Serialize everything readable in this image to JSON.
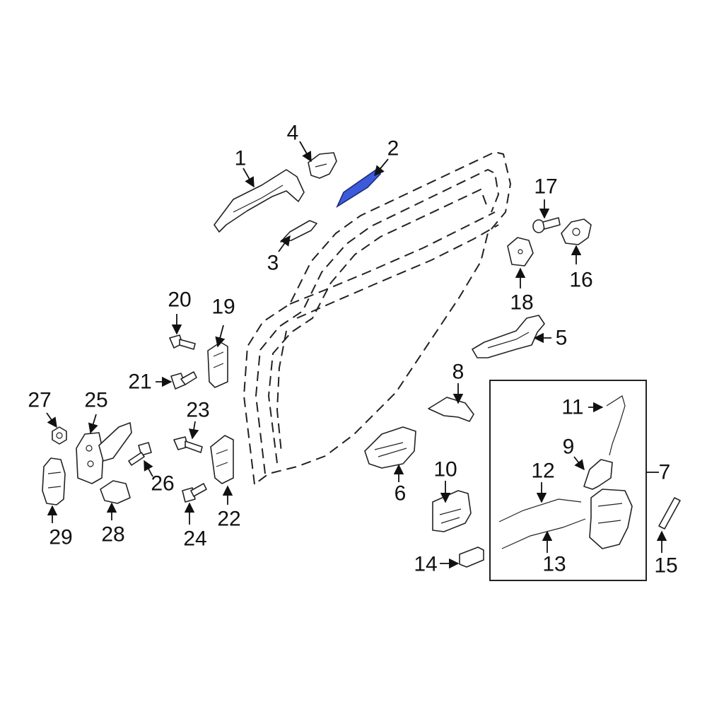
{
  "diagram": {
    "highlight_color": "#3b5bdb",
    "callouts": {
      "c1": "1",
      "c2": "2",
      "c3": "3",
      "c4": "4",
      "c5": "5",
      "c6": "6",
      "c7": "7",
      "c8": "8",
      "c9": "9",
      "c10": "10",
      "c11": "11",
      "c12": "12",
      "c13": "13",
      "c14": "14",
      "c15": "15",
      "c16": "16",
      "c17": "17",
      "c18": "18",
      "c19": "19",
      "c20": "20",
      "c21": "21",
      "c22": "22",
      "c23": "23",
      "c24": "24",
      "c25": "25",
      "c26": "26",
      "c27": "27",
      "c28": "28",
      "c29": "29"
    }
  }
}
